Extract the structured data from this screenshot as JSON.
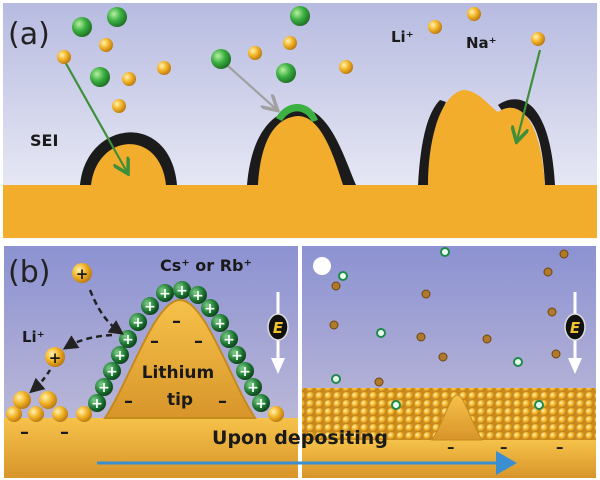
{
  "panel_a": {
    "label": "(a)",
    "sei_label": "SEI",
    "li_label": "Li⁺",
    "na_label": "Na⁺"
  },
  "panel_b": {
    "label": "(b)",
    "cs_rb_label": "Cs⁺ or Rb⁺",
    "li_label": "Li⁺",
    "tip_line1": "Lithium",
    "tip_line2": "tip",
    "field_symbol": "E",
    "process_label": "Upon depositing",
    "plus_sign": "+",
    "minus_sign": "–"
  },
  "colors": {
    "lithium": "#f2ad2c",
    "sei": "#1b1b1b",
    "additive_cation": "#3cb043",
    "arrow_green": "#3f8f3a",
    "arrow_gray": "#a0a0a0",
    "progress_arrow": "#3b8fd0"
  }
}
